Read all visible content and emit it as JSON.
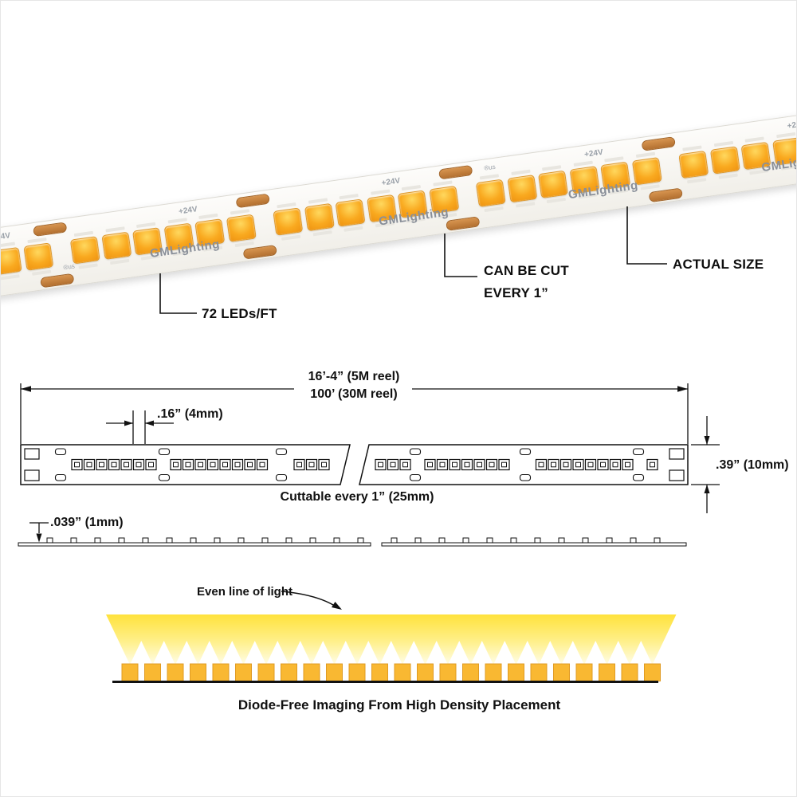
{
  "photo": {
    "brand": "GMLighting",
    "voltage": "+24V",
    "cert": "®us"
  },
  "callouts": {
    "leds_per_ft": "72 LEDs/FT",
    "cut_line1": "CAN BE CUT",
    "cut_line2": "EVERY 1”",
    "actual_size": "ACTUAL SIZE"
  },
  "dimensions": {
    "length_line1": "16’-4” (5M reel)",
    "length_line2": "100’ (30M reel)",
    "pitch": ".16” (4mm)",
    "width": ".39” (10mm)",
    "cut_note": "Cuttable every 1” (25mm)",
    "height": ".039” (1mm)"
  },
  "light_diagram": {
    "label": "Even line of light",
    "caption": "Diode-Free Imaging From High Density Placement"
  },
  "colors": {
    "led_amber": "#F9A91F",
    "copper": "#C07A36",
    "beam_top": "#FFE23C",
    "beam_tip": "#FFFDE8",
    "bottom_led": "#F9B832",
    "line": "#111111"
  }
}
